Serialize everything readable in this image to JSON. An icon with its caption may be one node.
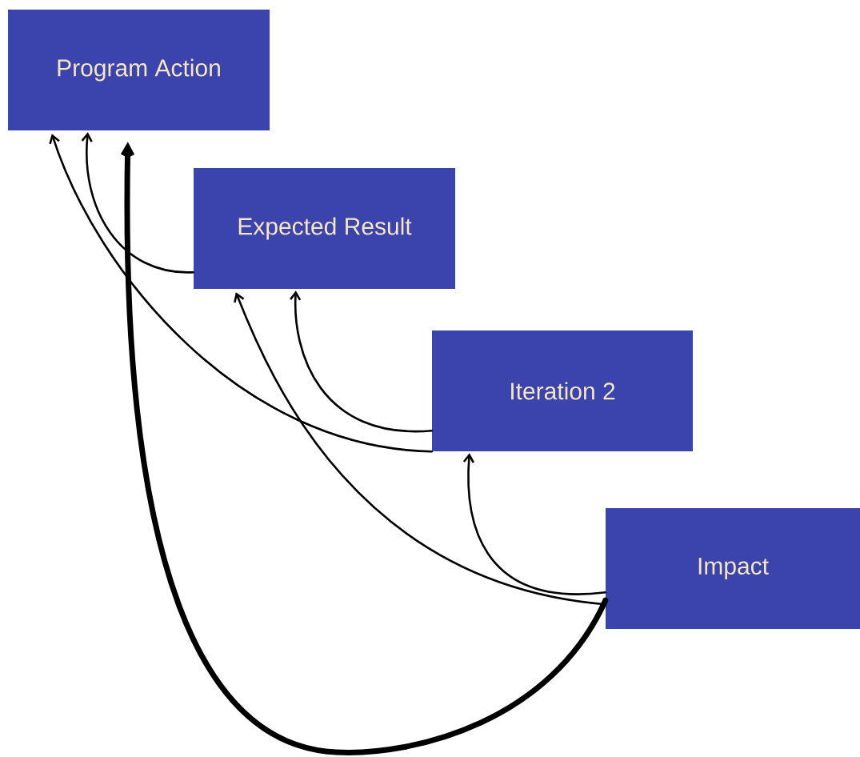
{
  "diagram": {
    "nodes": [
      {
        "text": [
          "Program Action"
        ]
      },
      {
        "text": [
          "Expected Result"
        ]
      },
      {
        "text": [
          "Iteration 2"
        ]
      },
      {
        "text": [
          "Impact"
        ]
      }
    ],
    "edges": [
      {
        "from": 1,
        "to": 0,
        "arrow": "to"
      },
      {
        "from": 2,
        "to": 0,
        "arrow": "to"
      },
      {
        "from": 2,
        "to": 1,
        "arrow": "to"
      },
      {
        "from": 3,
        "to": 1,
        "arrow": "to"
      },
      {
        "from": 3,
        "to": 2,
        "arrow": "to"
      },
      {
        "from": 3,
        "to": 0,
        "arrow": "to",
        "style": "thick"
      }
    ]
  }
}
